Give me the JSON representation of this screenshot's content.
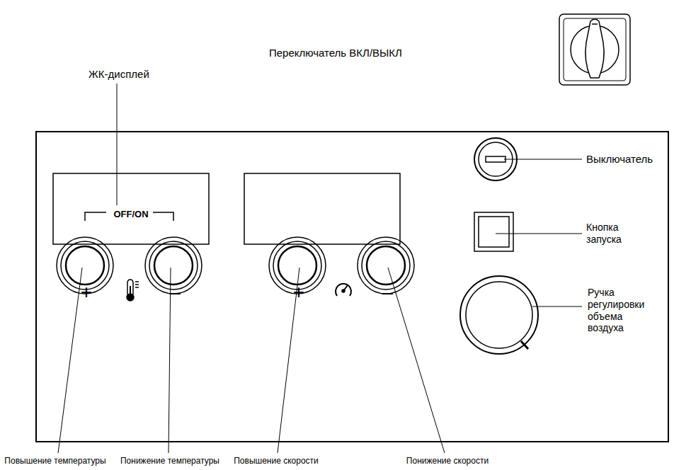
{
  "diagram": {
    "nodes": [
      {
        "text": [
          "OFF/ON",
          "+",
          "–",
          "+",
          "–"
        ]
      }
    ],
    "labels": [
      "Переключатель ВКЛ/ВЫКЛ",
      "ЖК-дисплей",
      "Выключатель",
      "Кнопка запуска",
      "Ручка регулировки объема воздуха",
      "Повышение температуры",
      "Понижение температуры",
      "Повышение скорости",
      "Понижение скорости"
    ]
  }
}
